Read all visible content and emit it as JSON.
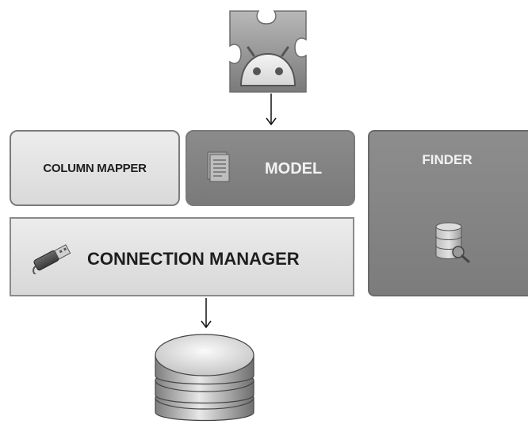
{
  "diagram": {
    "model_label": "MODEL",
    "column_mapper_label": "COLUMN MAPPER",
    "finder_label": "FINDER",
    "connection_manager_label": "CONNECTION MANAGER"
  },
  "icons": {
    "top": "android-plugin-icon",
    "model": "document-icon",
    "finder": "database-search-icon",
    "connection_manager": "usb-plug-icon",
    "bottom": "database-icon"
  }
}
